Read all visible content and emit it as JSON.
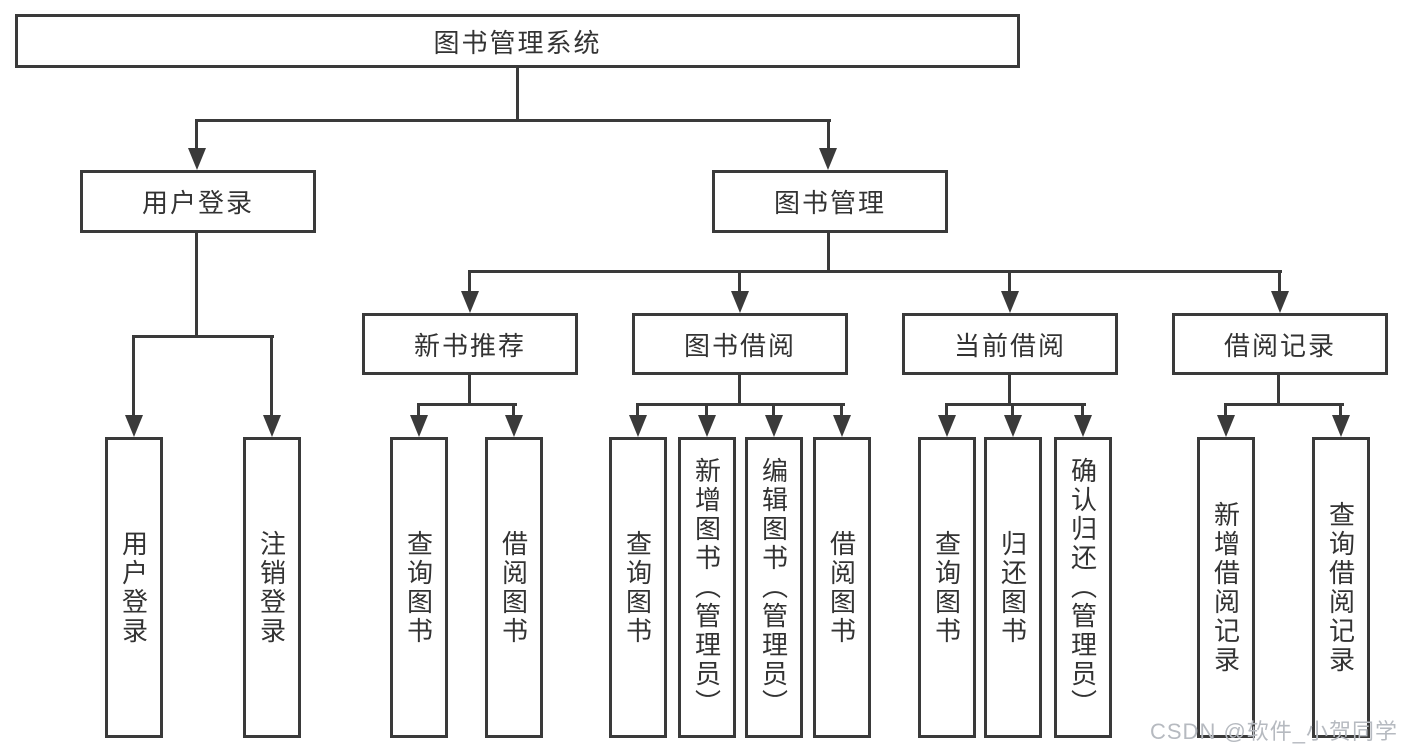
{
  "diagram_type": "hierarchy-tree",
  "tree": {
    "label": "图书管理系统",
    "children": [
      {
        "label": "用户登录",
        "children": [
          {
            "label": "用户登录"
          },
          {
            "label": "注销登录"
          }
        ]
      },
      {
        "label": "图书管理",
        "children": [
          {
            "label": "新书推荐",
            "children": [
              {
                "label": "查询图书"
              },
              {
                "label": "借阅图书"
              }
            ]
          },
          {
            "label": "图书借阅",
            "children": [
              {
                "label": "查询图书"
              },
              {
                "label": "新增图书（管理员）"
              },
              {
                "label": "编辑图书（管理员）"
              },
              {
                "label": "借阅图书"
              }
            ]
          },
          {
            "label": "当前借阅",
            "children": [
              {
                "label": "查询图书"
              },
              {
                "label": "归还图书"
              },
              {
                "label": "确认归还（管理员）"
              }
            ]
          },
          {
            "label": "借阅记录",
            "children": [
              {
                "label": "新增借阅记录"
              },
              {
                "label": "查询借阅记录"
              }
            ]
          }
        ]
      }
    ]
  },
  "watermark": "CSDN @软件_小贺同学",
  "colors": {
    "line": "#3a3a3a",
    "text": "#333333",
    "background": "#ffffff",
    "watermark": "#b6bac0"
  }
}
